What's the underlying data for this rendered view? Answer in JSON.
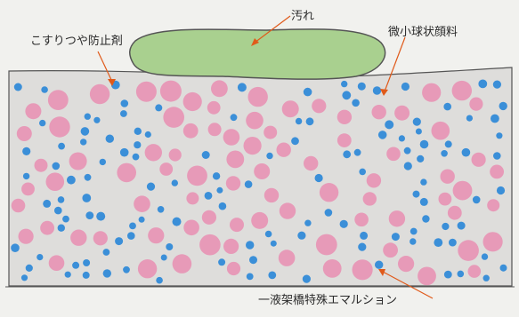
{
  "labels": {
    "stain": "汚れ",
    "scuff_agent": "こすりつや防止剤",
    "fine_pigment": "微小球状顔料",
    "emulsion": "一液架橋特殊エマルション"
  },
  "colors": {
    "background": "#f1f1ee",
    "coating": "#dedddb",
    "stain": "#a9d08f",
    "pink_particle": "#e79ab8",
    "blue_particle": "#3b8fd8",
    "arrow": "#e05a1a",
    "outline": "#555555"
  }
}
